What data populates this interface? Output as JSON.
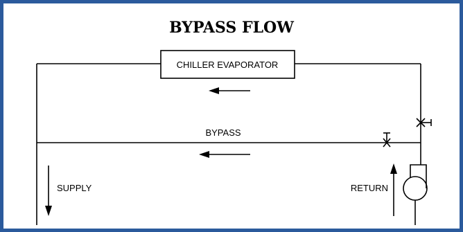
{
  "diagram": {
    "title": "BYPASS FLOW",
    "labels": {
      "chiller": "CHILLER EVAPORATOR",
      "bypass": "BYPASS",
      "supply": "SUPPLY",
      "return": "RETURN"
    }
  },
  "colors": {
    "frame_border": "#2b5a9c",
    "lines": "#000000",
    "background": "#ffffff"
  }
}
